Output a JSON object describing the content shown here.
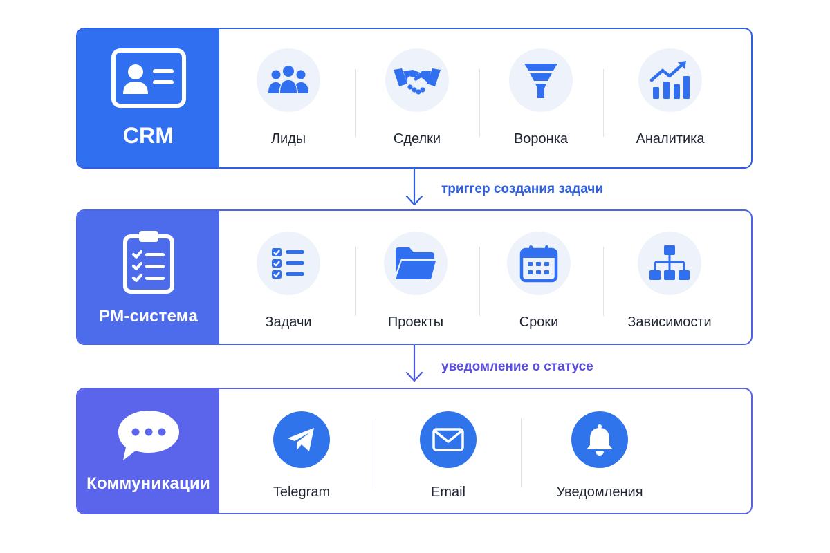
{
  "crm": {
    "title": "CRM",
    "items": [
      {
        "label": "Лиды",
        "icon": "people-group-icon"
      },
      {
        "label": "Сделки",
        "icon": "handshake-icon"
      },
      {
        "label": "Воронка",
        "icon": "funnel-icon"
      },
      {
        "label": "Аналитика",
        "icon": "growth-chart-icon"
      }
    ]
  },
  "connector1": {
    "label": "триггер создания задачи"
  },
  "pm": {
    "title": "PM-система",
    "items": [
      {
        "label": "Задачи",
        "icon": "checklist-icon"
      },
      {
        "label": "Проекты",
        "icon": "folder-icon"
      },
      {
        "label": "Сроки",
        "icon": "calendar-icon"
      },
      {
        "label": "Зависимости",
        "icon": "hierarchy-icon"
      }
    ]
  },
  "connector2": {
    "label": "уведомление о статусе"
  },
  "comm": {
    "title": "Коммуникации",
    "items": [
      {
        "label": "Telegram",
        "icon": "telegram-icon"
      },
      {
        "label": "Email",
        "icon": "email-icon"
      },
      {
        "label": "Уведомления",
        "icon": "bell-icon"
      }
    ]
  },
  "colors": {
    "crm_side": "#2f6ff0",
    "pm_side": "#4d6cec",
    "comm_side": "#5b65ec",
    "icon_blue": "#2f6ff0",
    "connector1_text": "#2f5fe0",
    "connector2_text": "#5a4fe0"
  }
}
